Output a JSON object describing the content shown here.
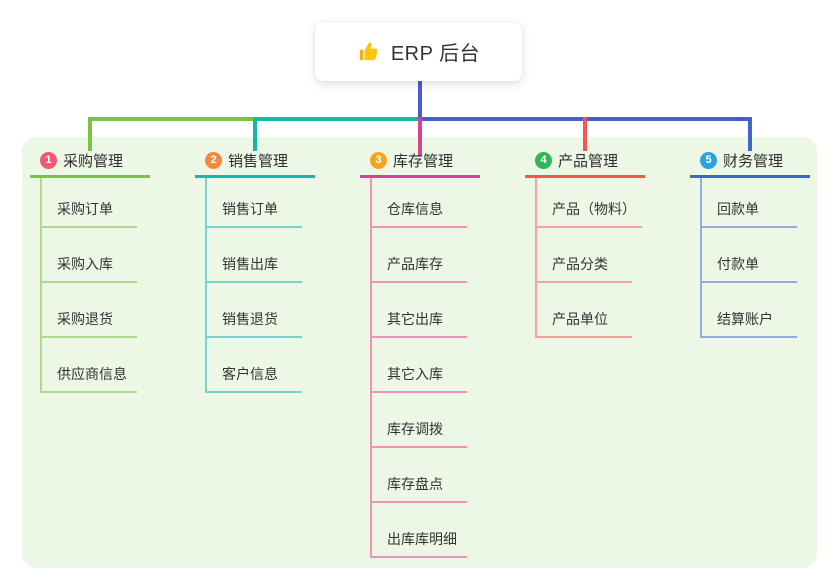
{
  "root": {
    "title": "ERP 后台",
    "icon": "thumbs-up-icon",
    "line_color": "#4a5ad2"
  },
  "panel": {
    "background": "#ecf7e6"
  },
  "branches": [
    {
      "index": "1",
      "label": "采购管理",
      "badge_color": "#f2586f",
      "line_color": "#7cc344",
      "child_line_color": "#aeda8c",
      "children": [
        "采购订单",
        "采购入库",
        "采购退货",
        "供应商信息"
      ]
    },
    {
      "index": "2",
      "label": "销售管理",
      "badge_color": "#f08a3c",
      "line_color": "#14b8ab",
      "child_line_color": "#79d3ca",
      "children": [
        "销售订单",
        "销售出库",
        "销售退货",
        "客户信息"
      ]
    },
    {
      "index": "3",
      "label": "库存管理",
      "badge_color": "#f6a41f",
      "line_color": "#d8418d",
      "child_line_color": "#ef93bc",
      "children": [
        "仓库信息",
        "产品库存",
        "其它出库",
        "其它入库",
        "库存调拨",
        "库存盘点",
        "出库库明细"
      ]
    },
    {
      "index": "4",
      "label": "产品管理",
      "badge_color": "#2cb857",
      "line_color": "#f4564e",
      "child_line_color": "#f8a29d",
      "children": [
        "产品（物料）",
        "产品分类",
        "产品单位"
      ]
    },
    {
      "index": "5",
      "label": "财务管理",
      "badge_color": "#2aa3e0",
      "line_color": "#3f66ca",
      "child_line_color": "#93abde",
      "children": [
        "回款单",
        "付款单",
        "结算账户"
      ]
    }
  ]
}
